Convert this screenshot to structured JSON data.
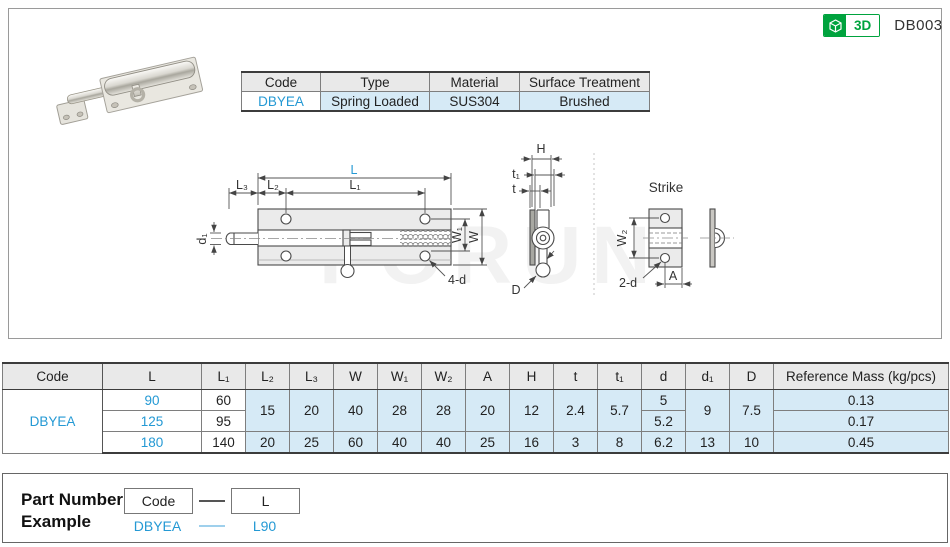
{
  "header": {
    "badge_3d_label": "3D",
    "product_code": "DB003"
  },
  "spec_table": {
    "headers": [
      "Code",
      "Type",
      "Material",
      "Surface Treatment"
    ],
    "row": {
      "code": "DBYEA",
      "type": "Spring Loaded",
      "material": "SUS304",
      "surface_treatment": "Brushed"
    }
  },
  "drawing": {
    "watermark": "FORUN",
    "labels": {
      "L": "L",
      "L1": "L₁",
      "L2": "L₂",
      "L3": "L₃",
      "W": "W",
      "W1": "W₁",
      "d1": "d₁",
      "four_d": "4-d",
      "H": "H",
      "t1": "t₁",
      "t": "t",
      "D": "D",
      "strike_title": "Strike",
      "W2": "W₂",
      "two_d": "2-d",
      "A": "A"
    }
  },
  "dim_table": {
    "headers": [
      "Code",
      "L",
      "L₁",
      "L₂",
      "L₃",
      "W",
      "W₁",
      "W₂",
      "A",
      "H",
      "t",
      "t₁",
      "d",
      "d₁",
      "D",
      "Reference Mass (kg/pcs)"
    ],
    "code": "DBYEA",
    "rows": [
      {
        "L": "90",
        "L1": "60",
        "L2": "15",
        "L3": "20",
        "W": "40",
        "W1": "28",
        "W2": "28",
        "A": "20",
        "H": "12",
        "t": "2.4",
        "t1": "5.7",
        "d": "5",
        "d1": "9",
        "D": "7.5",
        "mass": "0.13"
      },
      {
        "L": "125",
        "L1": "95",
        "d": "5.2",
        "mass": "0.17"
      },
      {
        "L": "180",
        "L1": "140",
        "L2": "20",
        "L3": "25",
        "W": "60",
        "W1": "40",
        "W2": "40",
        "A": "25",
        "H": "16",
        "t": "3",
        "t1": "8",
        "d": "6.2",
        "d1": "13",
        "D": "10",
        "mass": "0.45"
      }
    ]
  },
  "part_number_example": {
    "title_line1": "Part Number",
    "title_line2": "Example",
    "code_box_label": "Code",
    "l_box_label": "L",
    "example_code": "DBYEA",
    "example_l": "L90"
  },
  "colors": {
    "accent_blue": "#2499d4",
    "light_blue_bg": "#d6eaf6",
    "header_gray_bg": "#e9e9e9",
    "badge_green": "#00a33e"
  }
}
